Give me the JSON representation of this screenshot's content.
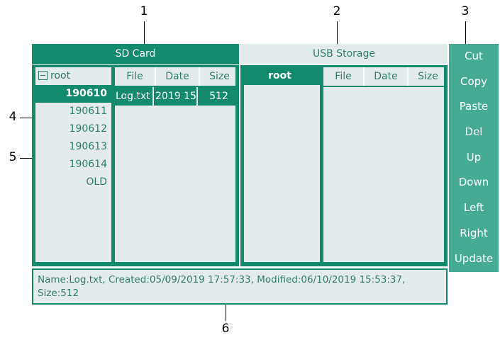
{
  "callouts": [
    {
      "id": "1",
      "label": "1"
    },
    {
      "id": "2",
      "label": "2"
    },
    {
      "id": "3",
      "label": "3"
    },
    {
      "id": "4",
      "label": "4"
    },
    {
      "id": "5",
      "label": "5"
    },
    {
      "id": "6",
      "label": "6"
    }
  ],
  "colors": {
    "dark_teal": "#138a6c",
    "mid_teal": "#45ab93",
    "panel_bg": "#e4ebec",
    "text_teal": "#2e7d68",
    "white": "#ffffff"
  },
  "sd": {
    "title": "SD Card",
    "tree": {
      "root": {
        "label": "root",
        "icon": "collapse-minus-icon",
        "expanded": true
      },
      "children": [
        {
          "label": "190610",
          "selected": true
        },
        {
          "label": "190611",
          "selected": false
        },
        {
          "label": "190612",
          "selected": false
        },
        {
          "label": "190613",
          "selected": false
        },
        {
          "label": "190614",
          "selected": false
        },
        {
          "label": "OLD",
          "selected": false
        }
      ]
    },
    "filelist": {
      "columns": [
        "File",
        "Date",
        "Size"
      ],
      "rows": [
        {
          "file": "Log.txt",
          "date": "2019 15",
          "size": "512",
          "selected": true
        }
      ]
    }
  },
  "usb": {
    "title": "USB Storage",
    "tree": {
      "root": {
        "label": "root",
        "selected": true
      },
      "children": []
    },
    "filelist": {
      "columns": [
        "File",
        "Date",
        "Size"
      ],
      "rows": []
    }
  },
  "status": {
    "text": "Name:Log.txt, Created:05/09/2019 17:57:33, Modified:06/10/2019 15:53:37, Size:512"
  },
  "buttons": [
    {
      "label": "Cut"
    },
    {
      "label": "Copy"
    },
    {
      "label": "Paste"
    },
    {
      "label": "Del"
    },
    {
      "label": "Up"
    },
    {
      "label": "Down"
    },
    {
      "label": "Left"
    },
    {
      "label": "Right"
    },
    {
      "label": "Update"
    }
  ]
}
